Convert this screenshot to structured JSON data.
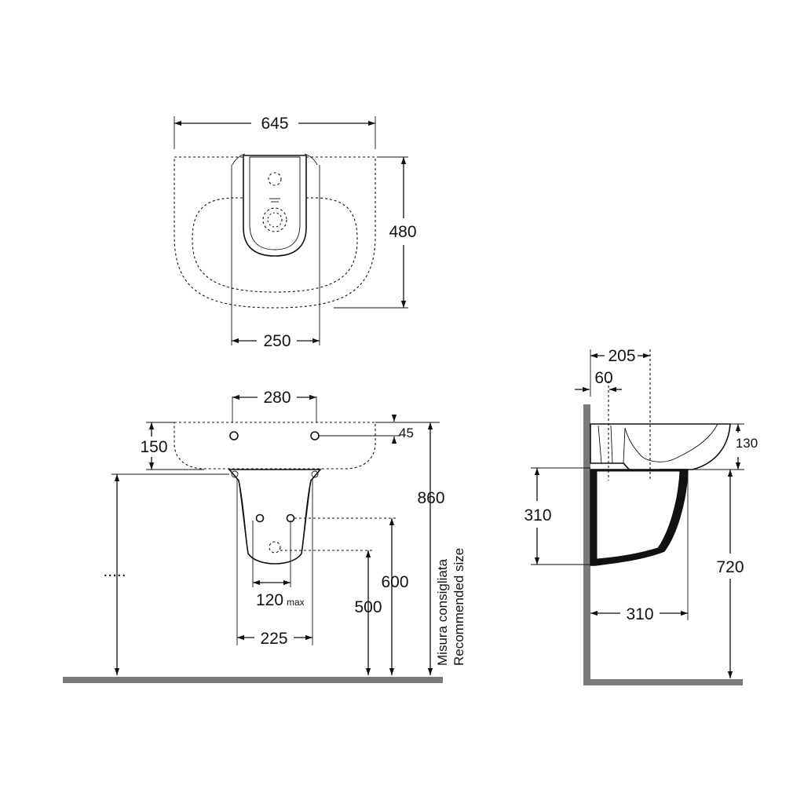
{
  "top_view": {
    "width_label": "645",
    "depth_label": "480",
    "pedestal_width_label": "250"
  },
  "front_view": {
    "tap_spacing_label": "280",
    "basin_height_label": "150",
    "rim_offset_label": "45",
    "total_height_label": "860",
    "recommended_label_line1": "Misura consigliata",
    "recommended_label_line2": "Recommended size",
    "inlet_height_label": "600",
    "waste_height_label": "500",
    "inlet_spacing_label": "120",
    "inlet_spacing_suffix": "max",
    "pedestal_width_label": "225",
    "floor_gap_label": "....."
  },
  "side_view": {
    "projection_label": "205",
    "wall_offset_label": "60",
    "basin_height_label": "130",
    "pedestal_height_label": "310",
    "rim_height_label": "720",
    "pedestal_depth_label": "310"
  }
}
